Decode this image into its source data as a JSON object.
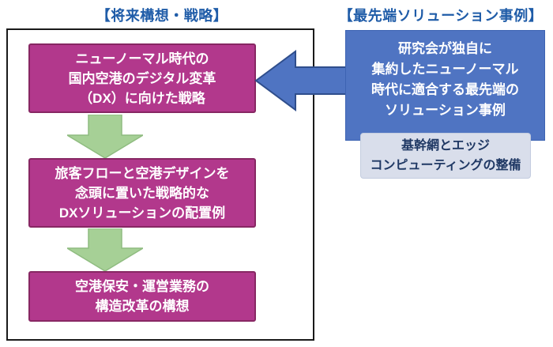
{
  "titles": {
    "left": "【将来構想・戦略】",
    "right": "【最先端ソリューション事例】"
  },
  "strategy_flow": {
    "boxes": [
      {
        "lines": [
          "ニューノーマル時代の",
          "国内空港のデジタル変革",
          "（DX）に向けた戦略"
        ]
      },
      {
        "lines": [
          "旅客フローと空港デザインを",
          "念頭に置いた戦略的な",
          "DXソリューションの配置例"
        ]
      },
      {
        "lines": [
          "空港保安・運営業務の",
          "構造改革の構想"
        ]
      }
    ]
  },
  "solution_panel": {
    "main_box_lines": [
      "研究会が独自に",
      "集約したニューノーマル",
      "時代に適合する最先端の",
      "ソリューション事例"
    ],
    "sub_box_lines": [
      "基幹網とエッジ",
      "コンピューティングの整備"
    ]
  },
  "colors": {
    "title_text": "#1F5CA8",
    "strategy_box_fill": "#B2388C",
    "strategy_box_border": "#872763",
    "flow_arrow_fill": "#A6D096",
    "flow_arrow_border": "#8FBC80",
    "solution_box_fill": "#4F74C2",
    "solution_sub_box_fill": "#D9DEEB",
    "solution_sub_box_text": "#1F3864",
    "link_arrow_fill": "#4F74C2",
    "link_arrow_border": "#2F4E8C",
    "frame_border": "#1a1a1a"
  }
}
